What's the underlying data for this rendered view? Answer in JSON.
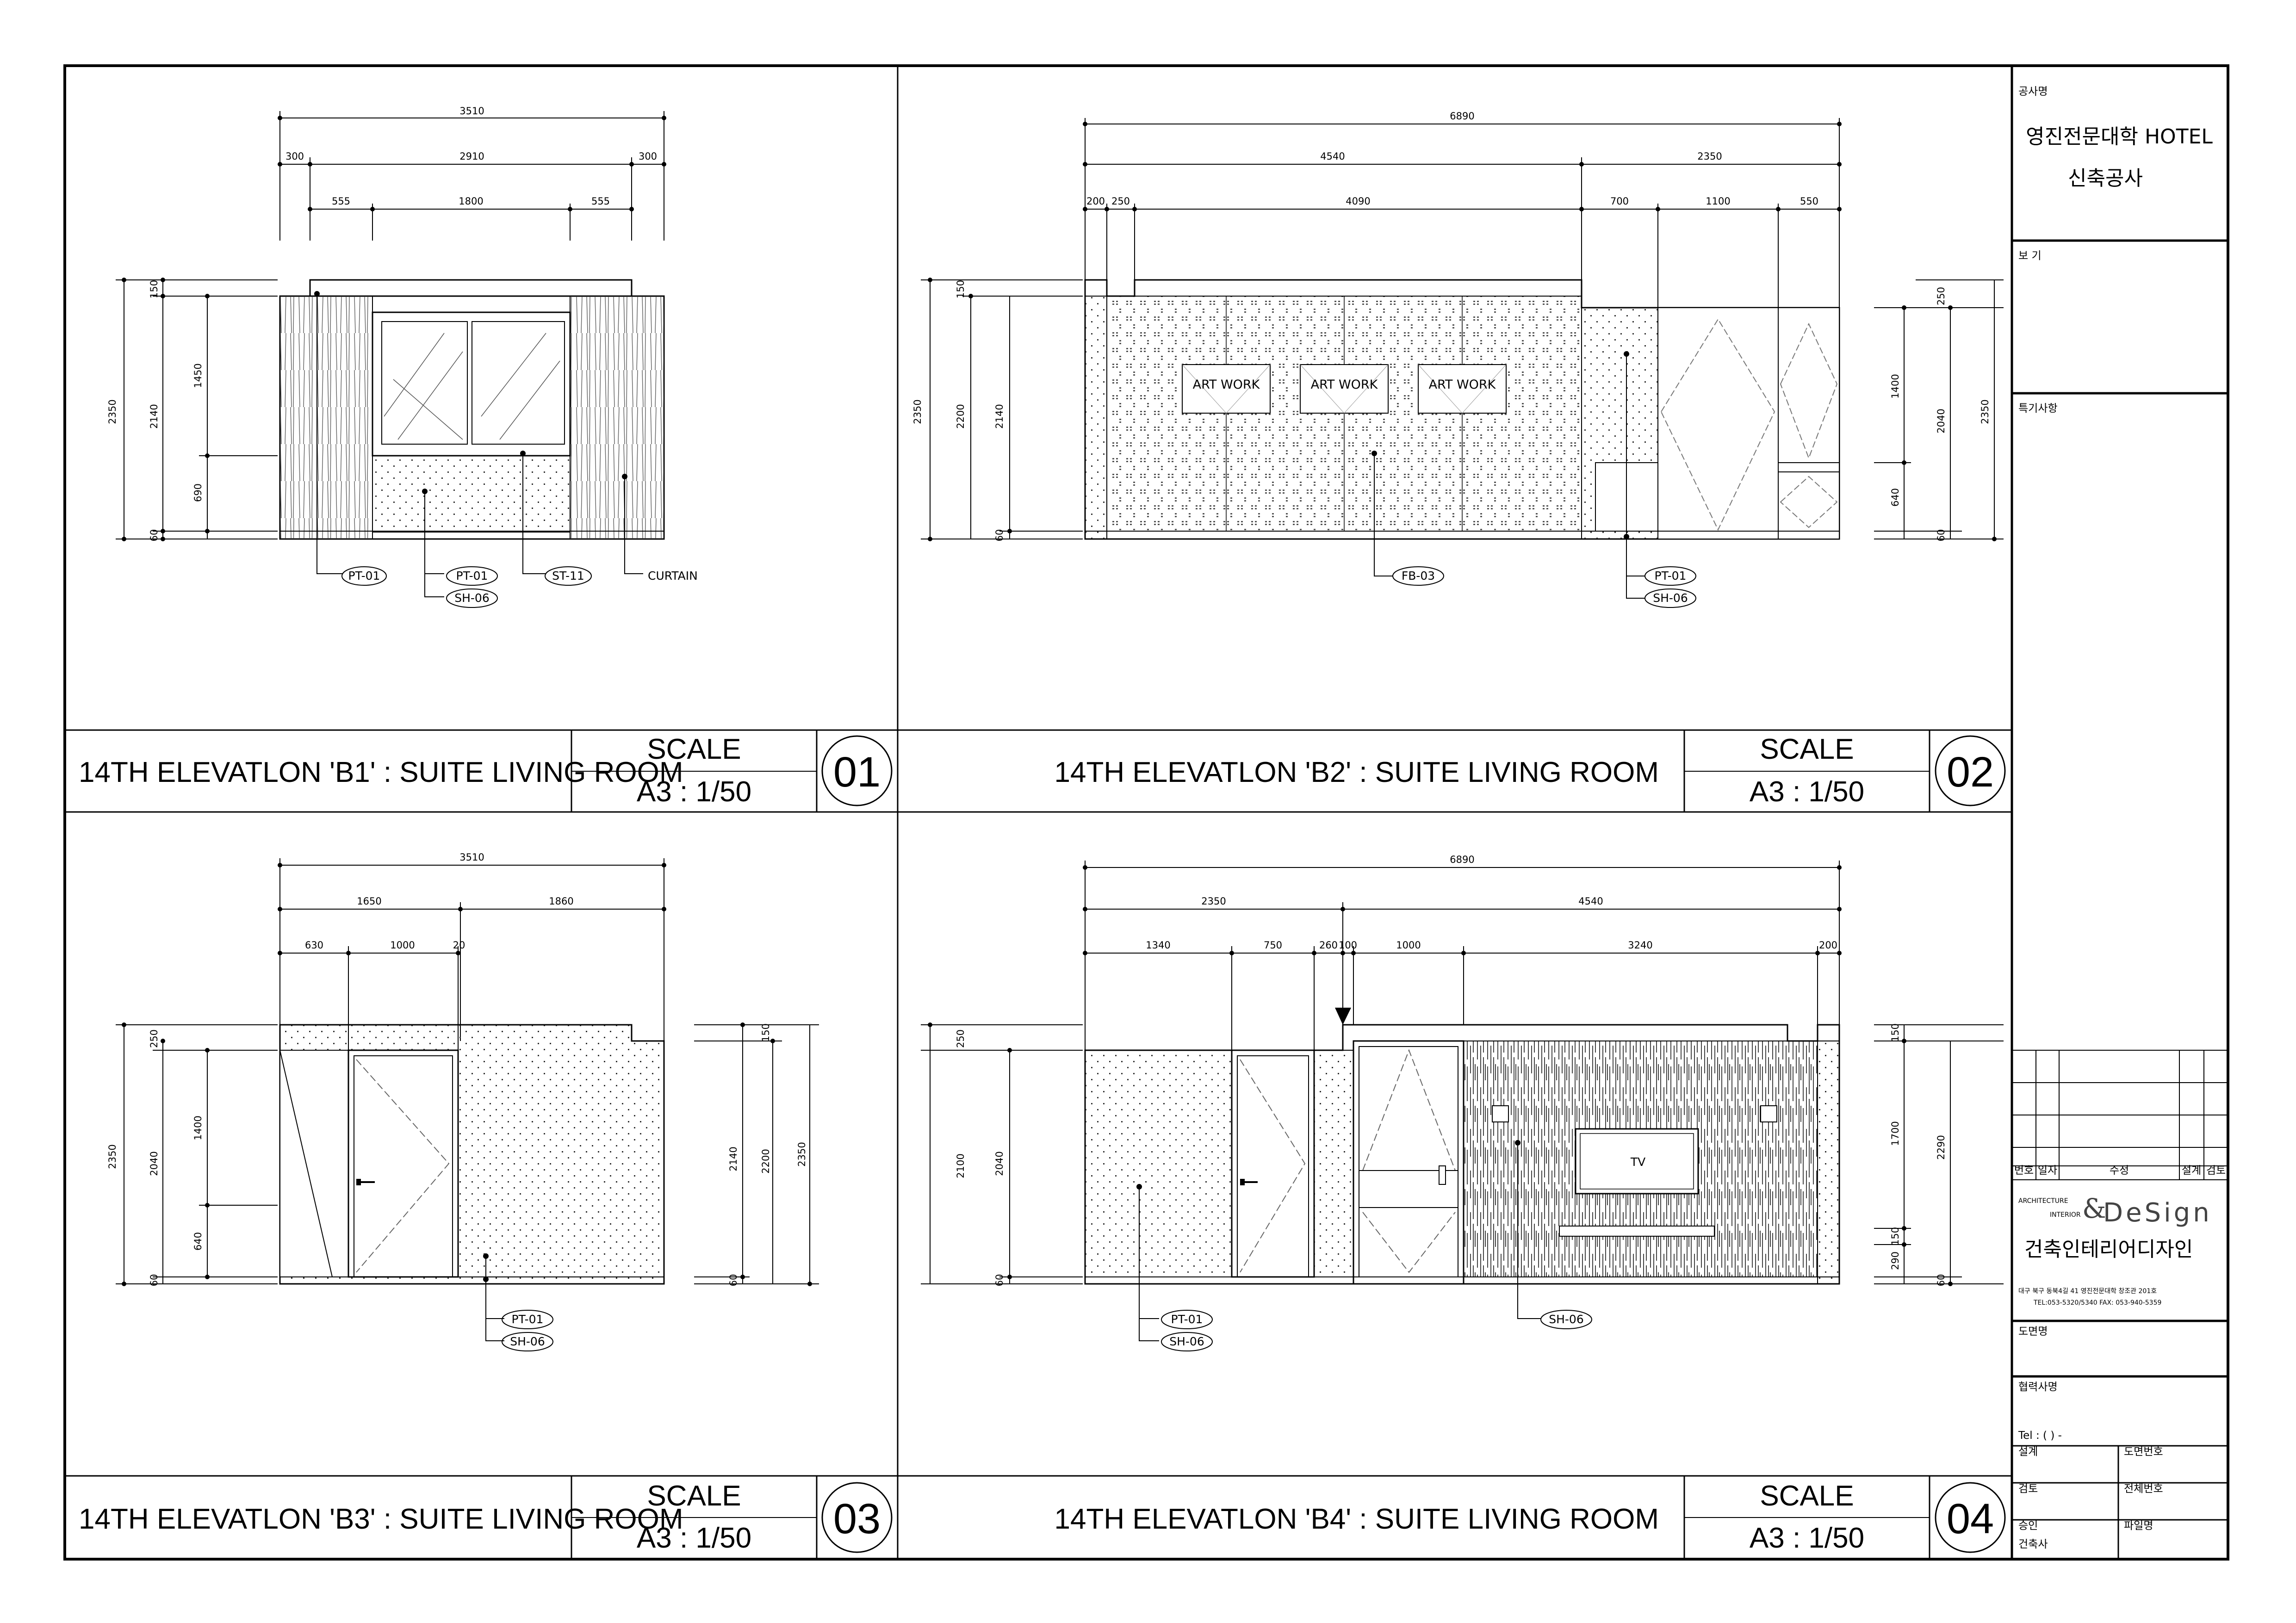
{
  "panels": [
    {
      "title": "14TH ELEVATLON 'B1' : SUITE LIVING ROOM",
      "scale_label": "SCALE",
      "scale_value": "A3 : 1/50",
      "number": "01"
    },
    {
      "title": "14TH ELEVATLON 'B2' : SUITE LIVING ROOM",
      "scale_label": "SCALE",
      "scale_value": "A3 : 1/50",
      "number": "02"
    },
    {
      "title": "14TH ELEVATLON 'B3' : SUITE LIVING ROOM",
      "scale_label": "SCALE",
      "scale_value": "A3 : 1/50",
      "number": "03"
    },
    {
      "title": "14TH ELEVATLON 'B4' : SUITE LIVING ROOM",
      "scale_label": "SCALE",
      "scale_value": "A3 : 1/50",
      "number": "04"
    }
  ],
  "b1": {
    "dims": {
      "total": "3510",
      "mid": "2910",
      "s300a": "300",
      "s300b": "300",
      "s555a": "555",
      "s1800": "1800",
      "s555b": "555",
      "v2350": "2350",
      "v2140": "2140",
      "v150": "150",
      "v1450": "1450",
      "v690": "690",
      "v60": "60"
    },
    "tags": {
      "pt01a": "PT-01",
      "pt01b": "PT-01",
      "sh06": "SH-06",
      "st11": "ST-11",
      "curtain": "CURTAIN"
    }
  },
  "b2": {
    "dims": {
      "total": "6890",
      "d4540": "4540",
      "d2350": "2350",
      "d200": "200",
      "d250": "250",
      "d4090": "4090",
      "d700": "700",
      "d1100": "1100",
      "d550": "550",
      "l2350": "2350",
      "l2200": "2200",
      "l2140": "2140",
      "l150": "150",
      "l60": "60",
      "r250": "250",
      "r1400": "1400",
      "r2040": "2040",
      "r2350": "2350",
      "r640": "640",
      "r60": "60"
    },
    "tags": {
      "fb03": "FB-03",
      "pt01": "PT-01",
      "sh06": "SH-06"
    },
    "artwork": [
      "ART WORK",
      "ART WORK",
      "ART WORK"
    ]
  },
  "b3": {
    "dims": {
      "total": "3510",
      "d1650": "1650",
      "d1860": "1860",
      "d630": "630",
      "d1000": "1000",
      "d20": "20",
      "l2350": "2350",
      "l2040": "2040",
      "l250": "250",
      "l1400": "1400",
      "l640": "640",
      "l60": "60",
      "r150": "150",
      "r2140": "2140",
      "r2200": "2200",
      "r2350": "2350",
      "r60": "60"
    },
    "tags": {
      "pt01": "PT-01",
      "sh06": "SH-06"
    }
  },
  "b4": {
    "dims": {
      "total": "6890",
      "d2350": "2350",
      "d4540": "4540",
      "d1340": "1340",
      "d750": "750",
      "d260": "260",
      "d100": "100",
      "d1000": "1000",
      "d3240": "3240",
      "d200": "200",
      "l250": "250",
      "l2100": "2100",
      "l2040": "2040",
      "l60": "60",
      "r150a": "150",
      "r1700": "1700",
      "r2290": "2290",
      "r150b": "150",
      "r290": "290",
      "r60": "60"
    },
    "tags": {
      "pt01": "PT-01",
      "sh06a": "SH-06",
      "sh06b": "SH-06",
      "tv": "TV"
    }
  },
  "title_block": {
    "project_label": "공사명",
    "project_name_1": "영진전문대학 HOTEL",
    "project_name_2": "신축공사",
    "view_label": "보  기",
    "notes_label": "특기사항",
    "rev_headers": [
      "번호",
      "일자",
      "수정",
      "설계",
      "검토"
    ],
    "company_en_1": "ARCHITECTURE",
    "company_en_2": "INTERIOR",
    "company_logo_amp": "&",
    "company_logo": "DeSign",
    "company_name": "건축인테리어디자인",
    "address_1": "대구 북구 동북4길 41 영진전문대학 창조관 201호",
    "address_2": "TEL:053-5320/5340 FAX: 053-940-5359",
    "drawing_name_label": "도면명",
    "owner_label": "협력사명",
    "tel": "Tel : (     )     -",
    "design_label": "설계",
    "drawing_no_label": "도면번호",
    "check_label": "검토",
    "total_no_label": "전체번호",
    "approve_label": "승인",
    "file_label": "파일명",
    "architect_label": "건축사"
  }
}
